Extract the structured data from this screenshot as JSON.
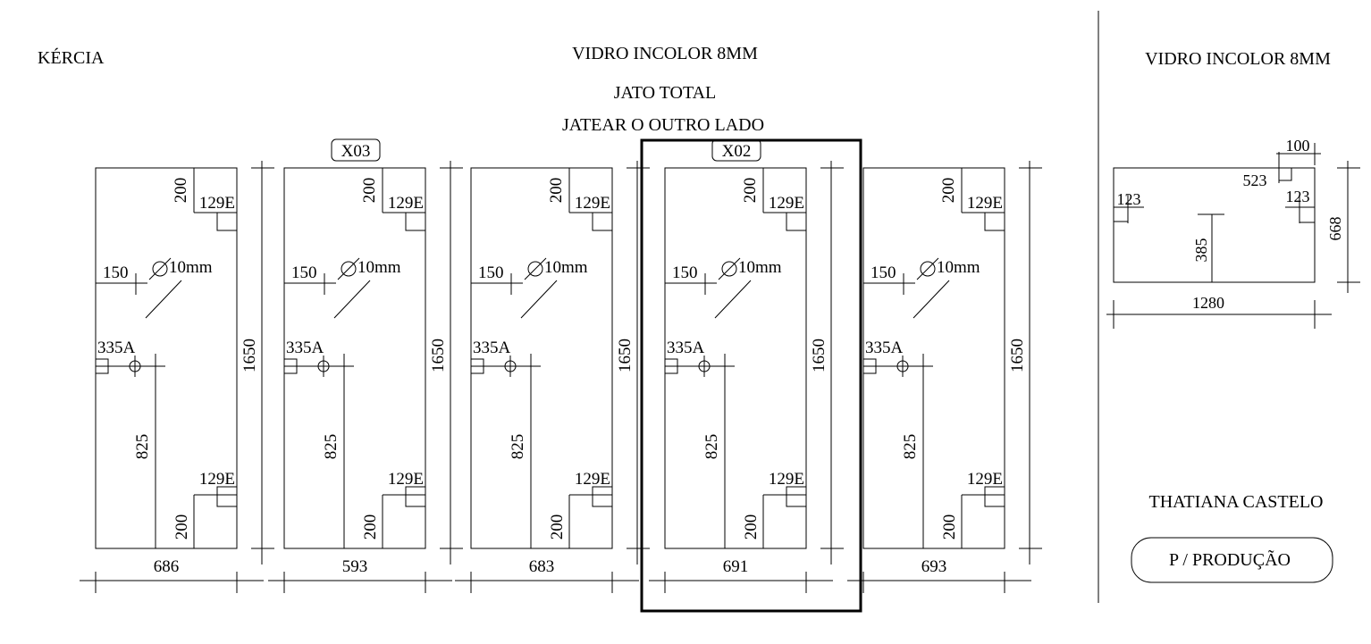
{
  "header": {
    "client_left": "KÉRCIA",
    "material": "VIDRO INCOLOR 8MM",
    "finish_1": "JATO TOTAL",
    "finish_2": "JATEAR O OUTRO LADO"
  },
  "common": {
    "height": "1650",
    "top_hinge_offset": "200",
    "hinge_code": "129E",
    "hole_offset": "150",
    "hole_diameter": "∅10mm",
    "lock_code": "335A",
    "lock_height": "825",
    "bottom_hinge_offset": "200"
  },
  "panels": [
    {
      "width": "686",
      "tag": ""
    },
    {
      "width": "593",
      "tag": "X03"
    },
    {
      "width": "683",
      "tag": ""
    },
    {
      "width": "691",
      "tag": "X02",
      "highlighted": true
    },
    {
      "width": "693",
      "tag": ""
    }
  ],
  "side_panel": {
    "material": "VIDRO INCOLOR 8MM",
    "top_notch_width": "100",
    "notch_position": "523",
    "left_notch": "123",
    "right_notch": "123",
    "inner_height": "385",
    "height": "668",
    "width": "1280"
  },
  "footer": {
    "client_right": "THATIANA CASTELO",
    "status_label": "P / PRODUÇÃO"
  }
}
